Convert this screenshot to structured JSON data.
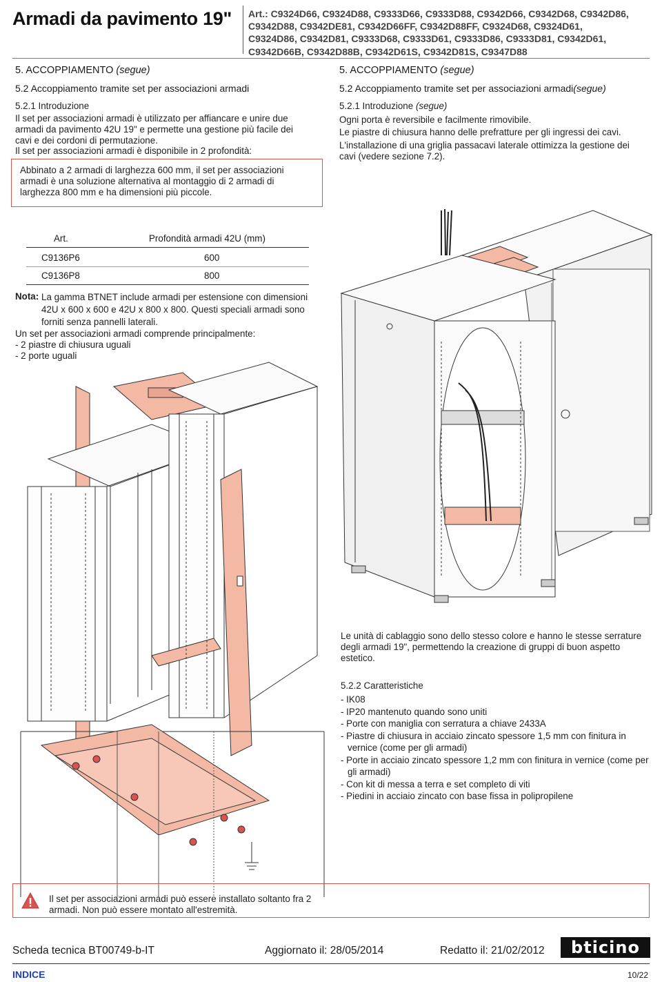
{
  "header": {
    "title": "Armadi da pavimento 19\"",
    "art_prefix": "Art.",
    "art_codes_lines": [
      ": C9324D66, C9324D88, C9333D66, C9333D88, C9342D66, C9342D68, C9342D86,",
      "C9342D88, C9342DE81, C9342D66FF, C9342D88FF, C9324D68, C9324D61,",
      "C9324D86, C9342D81, C9333D68, C9333D61, C9333D86, C9333D81, C9342D61,",
      "C9342D66B, C9342D88B, C9342D61S, C9342D81S, C9347D88"
    ]
  },
  "left": {
    "section": "5. ACCOPPIAMENTO",
    "section_suffix": "(segue)",
    "subsection": "5.2 Accoppiamento tramite set per associazioni armadi",
    "subsub": "5.2.1 Introduzione",
    "para1": "Il set per associazioni armadi è utilizzato per affiancare e unire due armadi da pavimento 42U 19\" e permette una gestione più facile dei cavi e dei cordoni di permutazione.",
    "para2": "Il set per associazioni armadi è disponibile in 2 profondità:",
    "boxed_note": "Abbinato a 2 armadi di larghezza 600 mm, il set per associazioni armadi è una soluzione alternativa al montaggio di 2 armadi di larghezza 800 mm e ha dimensioni più piccole.",
    "table": {
      "headers": [
        "Art.",
        "Profondità armadi 42U (mm)"
      ],
      "rows": [
        [
          "C9136P6",
          "600"
        ],
        [
          "C9136P8",
          "800"
        ]
      ]
    },
    "nota_label": "Nota:",
    "nota_text": "La gamma BTNET include armadi per estensione con dimensioni 42U x 600 x 600 e 42U x 800 x 800. Questi speciali armadi sono forniti senza pannelli laterali.",
    "set_intro": "Un set per associazioni armadi comprende principalmente:",
    "set_items": [
      "- 2 piastre di chiusura uguali",
      "- 2 porte uguali"
    ]
  },
  "right": {
    "section": "5. ACCOPPIAMENTO",
    "section_suffix": "(segue)",
    "subsection": "5.2 Accoppiamento tramite set per associazioni armadi",
    "subsection_suffix": "(segue)",
    "subsub": "5.2.1 Introduzione",
    "subsub_suffix": "(segue)",
    "lines": [
      "Ogni porta è reversibile e facilmente rimovibile.",
      "Le piastre di chiusura hanno delle prefratture per gli ingressi dei cavi.",
      "L'installazione di una griglia passacavi laterale ottimizza la gestione dei cavi (vedere sezione 7.2)."
    ],
    "units_text": "Le unità di cablaggio sono dello stesso colore e hanno le stesse serrature degli armadi 19\", permettendo la creazione di gruppi di buon aspetto estetico.",
    "features_title": "5.2.2 Caratteristiche",
    "features": [
      "- IK08",
      "- IP20 mantenuto quando sono uniti",
      "- Porte con maniglia con serratura a chiave 2433A",
      "- Piastre di chiusura in acciaio zincato spessore 1,5 mm con finitura in vernice (come per gli armadi)",
      "- Porte in acciaio zincato spessore 1,2 mm con finitura in vernice (come per gli armadi)",
      "- Con kit di messa a terra e set completo di viti",
      "- Piedini in acciaio zincato con base fissa in polipropilene"
    ]
  },
  "warning": {
    "icon": "warning-triangle-icon",
    "text": "Il set per associazioni armadi può essere installato soltanto fra 2 armadi. Non può essere montato all'estremità."
  },
  "footer": {
    "scheda": "Scheda tecnica BT00749-b-IT",
    "aggiornato": "Aggiornato il: 28/05/2014",
    "redatto": "Redatto il: 21/02/2012",
    "brand": "bticino",
    "indice": "INDICE",
    "page": "10/22"
  },
  "colors": {
    "accent_red": "#d9534f",
    "salmon": "#f4b9a5",
    "indice_blue": "#1f3fb8"
  }
}
